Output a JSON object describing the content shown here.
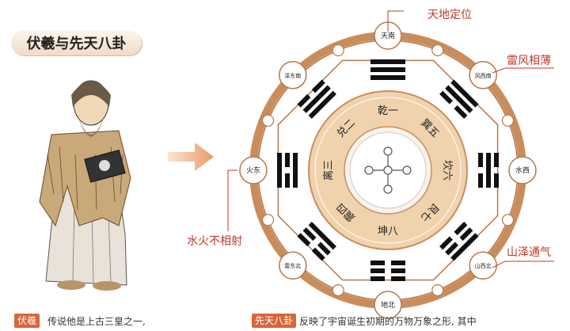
{
  "header_title": "伏羲与先天八卦",
  "bagua": {
    "center_trigrams": [
      {
        "name": "乾一",
        "rot": 0
      },
      {
        "name": "巽五",
        "rot": 45
      },
      {
        "name": "坎六",
        "rot": 90
      },
      {
        "name": "艮七",
        "rot": 135
      },
      {
        "name": "坤八",
        "rot": 0
      },
      {
        "name": "震四",
        "rot": 225
      },
      {
        "name": "离三",
        "rot": 270
      },
      {
        "name": "兑二",
        "rot": 315
      }
    ],
    "directions": [
      {
        "label": "天南"
      },
      {
        "label": "风西南"
      },
      {
        "label": "水西"
      },
      {
        "label": "山西北"
      },
      {
        "label": "地北"
      },
      {
        "label": "雷东北"
      },
      {
        "label": "火东"
      },
      {
        "label": "泽东南"
      }
    ]
  },
  "callouts": {
    "top": "天地定位",
    "right_top": "雷风相薄",
    "left": "水火不相射",
    "right_bottom": "山泽通气"
  },
  "captions": {
    "fuxi_tag": "伏羲",
    "fuxi_text": "传说他是上古三皇之一,",
    "bagua_tag": "先天八卦",
    "bagua_text": "反映了宇宙诞生初期的万物万象之形, 其中"
  },
  "colors": {
    "ring": "#c98d5c",
    "inner": "#f0d2ad",
    "accent": "#d8663a",
    "callout": "#c0392b"
  }
}
